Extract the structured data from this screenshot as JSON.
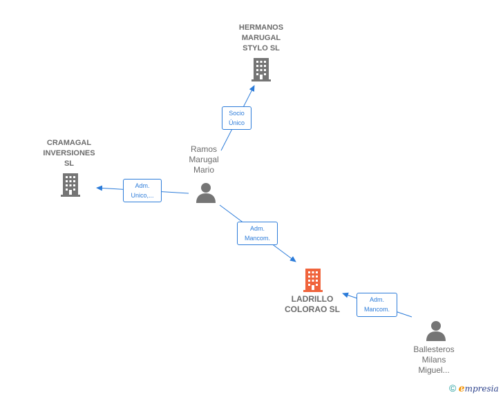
{
  "nodes": {
    "hermanos": {
      "lines": [
        "HERMANOS",
        "MARUGAL",
        "STYLO  SL"
      ],
      "icon": "building-icon",
      "color": "#757575"
    },
    "cramagal": {
      "lines": [
        "CRAMAGAL",
        "INVERSIONES",
        "SL"
      ],
      "icon": "building-icon",
      "color": "#757575"
    },
    "ladrillo": {
      "lines": [
        "LADRILLO",
        "COLORAO  SL"
      ],
      "icon": "building-icon",
      "color": "#f0643c"
    },
    "ramos": {
      "lines": [
        "Ramos",
        "Marugal",
        "Mario"
      ],
      "icon": "person-icon",
      "color": "#757575"
    },
    "ballesteros": {
      "lines": [
        "Ballesteros",
        "Milans",
        "Miguel..."
      ],
      "icon": "person-icon",
      "color": "#757575"
    }
  },
  "edges": {
    "socio": {
      "lines": [
        "Socio",
        "Único"
      ]
    },
    "adm_unico": {
      "lines": [
        "Adm.",
        "Unico,..."
      ]
    },
    "adm_mancom_1": {
      "lines": [
        "Adm.",
        "Mancom."
      ]
    },
    "adm_mancom_2": {
      "lines": [
        "Adm.",
        "Mancom."
      ]
    }
  },
  "colors": {
    "edge": "#2b7bd9",
    "label_text": "#6b6b6b"
  },
  "brand": {
    "copyright": "©",
    "e": "e",
    "rest": "mpresia"
  }
}
